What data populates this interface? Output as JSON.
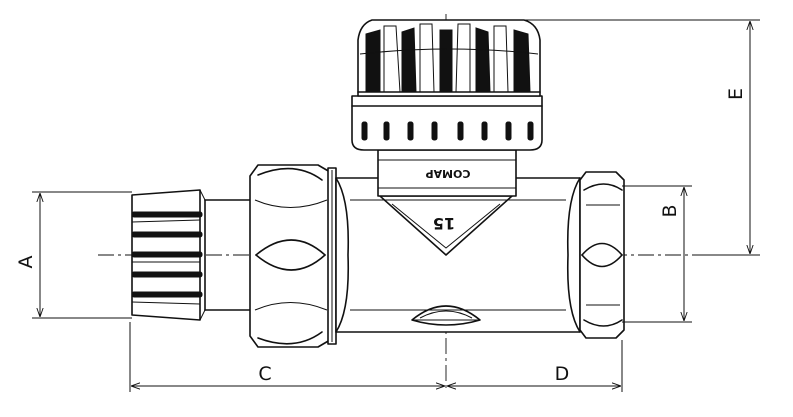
{
  "dimensions": {
    "a": "A",
    "b": "B",
    "c": "C",
    "d": "D",
    "e": "E"
  },
  "body_marking": {
    "brand": "COMAP",
    "size": "15"
  },
  "colors": {
    "line": "#111111",
    "background": "#ffffff"
  }
}
